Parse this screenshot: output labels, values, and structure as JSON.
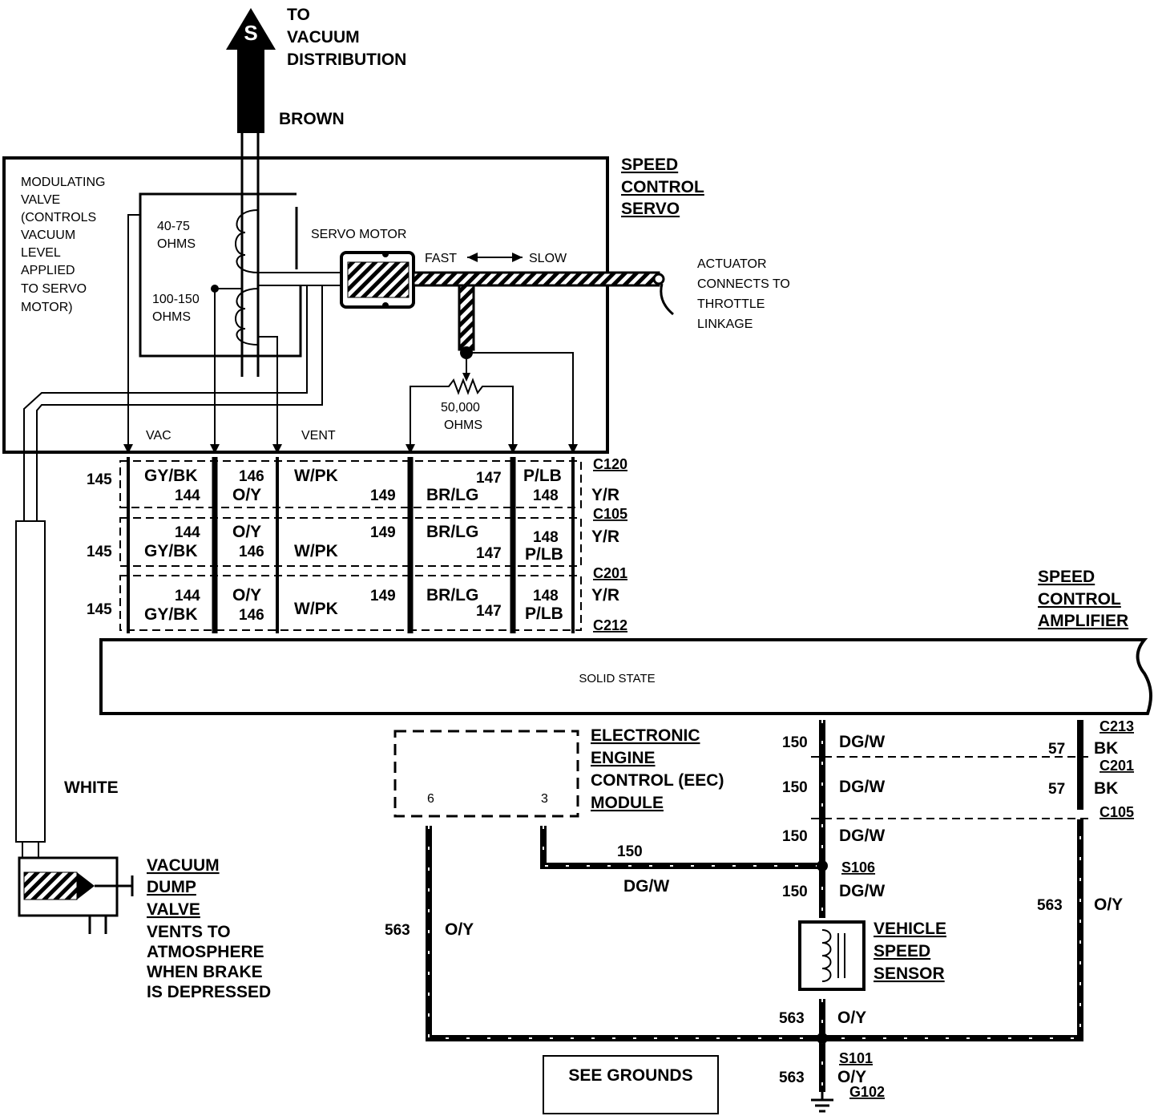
{
  "vacuum": {
    "arrow_letter": "S",
    "to_lines": [
      "TO",
      "VACUUM",
      "DISTRIBUTION"
    ],
    "brown": "BROWN",
    "white": "WHITE"
  },
  "servo": {
    "title": [
      "SPEED",
      "CONTROL",
      "SERVO"
    ],
    "modulating_valve": [
      "MODULATING",
      "VALVE",
      "(CONTROLS",
      "VACUUM",
      "LEVEL",
      "APPLIED",
      "TO SERVO",
      "MOTOR)"
    ],
    "coil1": [
      "40-75",
      "OHMS"
    ],
    "coil2": [
      "100-150",
      "OHMS"
    ],
    "servo_motor": "SERVO MOTOR",
    "fast": "FAST",
    "slow": "SLOW",
    "pot": [
      "50,000",
      "OHMS"
    ],
    "vac": "VAC",
    "vent": "VENT"
  },
  "actuator": [
    "ACTUATOR",
    "CONNECTS TO",
    "THROTTLE",
    "LINKAGE"
  ],
  "connectors": {
    "c120": "C120",
    "c105": "C105",
    "c201": "C201",
    "c212": "C212",
    "row1": [
      "145",
      "GY/BK",
      "144",
      "146",
      "O/Y",
      "W/PK",
      "149",
      "BR/LG",
      "147",
      "P/LB",
      "148",
      "Y/R"
    ],
    "row2": [
      "144",
      "145",
      "GY/BK",
      "O/Y",
      "146",
      "W/PK",
      "149",
      "BR/LG",
      "147",
      "148",
      "P/LB",
      "Y/R"
    ],
    "row3": [
      "144",
      "145",
      "GY/BK",
      "O/Y",
      "146",
      "W/PK",
      "149",
      "BR/LG",
      "147",
      "148",
      "P/LB",
      "Y/R"
    ]
  },
  "amplifier": {
    "title": [
      "SPEED",
      "CONTROL",
      "AMPLIFIER"
    ],
    "body": "SOLID STATE"
  },
  "eec": {
    "title": [
      "ELECTRONIC",
      "ENGINE",
      "CONTROL (EEC)",
      "MODULE"
    ],
    "pin6": "6",
    "pin3": "3"
  },
  "dump_valve": [
    "VACUUM",
    "DUMP",
    "VALVE",
    "VENTS TO",
    "ATMOSPHERE",
    "WHEN BRAKE",
    "IS DEPRESSED"
  ],
  "lower_wires": {
    "c213": "C213",
    "c201": "C201",
    "c105": "C105",
    "w150": "150",
    "dgw": "DG/W",
    "w57": "57",
    "bk": "BK",
    "w563": "563",
    "oy": "O/Y",
    "s106": "S106",
    "s101": "S101",
    "g102": "G102"
  },
  "vss": [
    "VEHICLE",
    "SPEED",
    "SENSOR"
  ],
  "see_grounds": "SEE GROUNDS"
}
